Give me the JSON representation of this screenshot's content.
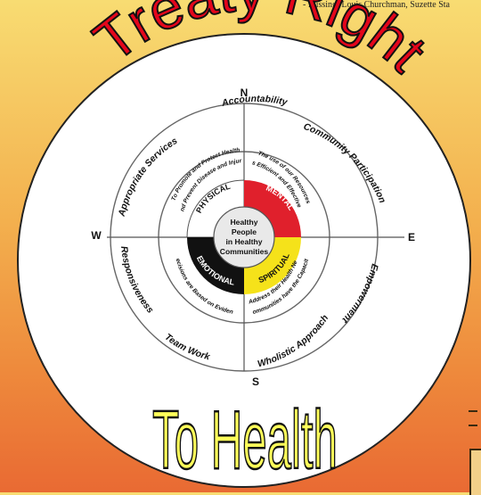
{
  "caption": "- Missing: Louis Churchman, Suzette Sta",
  "title_top": "Treaty Right",
  "title_bottom": "To Health",
  "compass": {
    "n": "N",
    "e": "E",
    "s": "S",
    "w": "W"
  },
  "outer_ring": {
    "accountability": "Accountability",
    "community_participation": "Community Participation",
    "empowerment": "Empowerment",
    "wholistic_approach": "Wholistic Approach",
    "team_work": "Team Work",
    "responsiveness": "Responsiveness",
    "appropriate_services": "Appropriate Services"
  },
  "middle_ring": {
    "tl_line1": "To Promote and Protect Health",
    "tl_line2": "and Prevent Disease and Injury",
    "tr_line1": "The use of our Resources",
    "tr_line2": "is Efficient and Effective",
    "br_line1": "Communities have the Capacity",
    "br_line2": "to Address their Health Needs",
    "bl_line1": "Decisions are Based on Evidence"
  },
  "quadrants": {
    "physical": "PHYSICAL",
    "mental": "MENTAL",
    "spiritual": "SPIRITUAL",
    "emotional": "EMOTIONAL"
  },
  "center": {
    "line1": "Healthy",
    "line2": "People",
    "line3": "in Healthy",
    "line4": "Communities"
  },
  "colors": {
    "mental": "#e0202c",
    "spiritual": "#f5e21a",
    "emotional": "#111111",
    "physical": "#ffffff",
    "title_top_fill": "#e4061b",
    "title_bottom_fill": "#ffff5a"
  }
}
